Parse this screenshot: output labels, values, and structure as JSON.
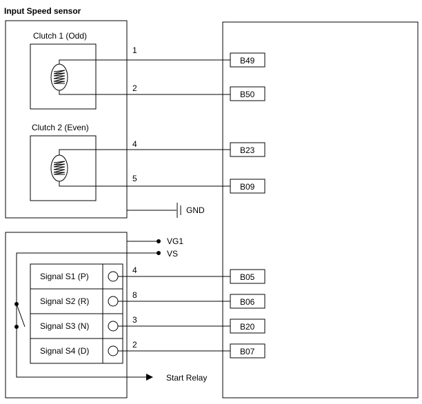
{
  "title": "Input Speed sensor",
  "clutch1": {
    "label": "Clutch 1 (Odd)",
    "wires": [
      {
        "pin": "1",
        "terminal": "B49"
      },
      {
        "pin": "2",
        "terminal": "B50"
      }
    ]
  },
  "clutch2": {
    "label": "Clutch 2 (Even)",
    "wires": [
      {
        "pin": "4",
        "terminal": "B23"
      },
      {
        "pin": "5",
        "terminal": "B09"
      }
    ]
  },
  "gnd_label": "GND",
  "vg1_label": "VG1",
  "vs_label": "VS",
  "signals": [
    {
      "label": "Signal S1 (P)",
      "pin": "4",
      "terminal": "B05"
    },
    {
      "label": "Signal S2 (R)",
      "pin": "8",
      "terminal": "B06"
    },
    {
      "label": "Signal S3 (N)",
      "pin": "3",
      "terminal": "B20"
    },
    {
      "label": "Signal S4 (D)",
      "pin": "2",
      "terminal": "B07"
    }
  ],
  "start_relay_label": "Start Relay"
}
